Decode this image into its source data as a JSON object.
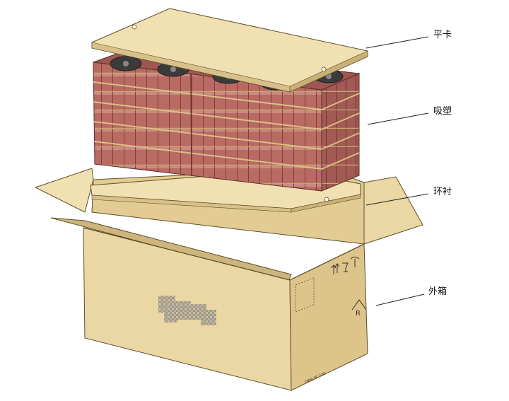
{
  "labels": {
    "flat_card": "平卡",
    "blister_tray": "吸塑",
    "ring_liner": "环衬",
    "outer_carton": "外箱"
  },
  "box_print": {
    "bottom_code": "OWR 9C 100"
  },
  "colors": {
    "cardboard_face": "#ead7a3",
    "cardboard_side": "#d8c088",
    "cardboard_flap": "#f1e0b1",
    "brick_front": "#b96a63",
    "brick_top": "#a25a54",
    "fan": "#3b3b3b",
    "outline": "#5e4f2b"
  },
  "icons": [
    "fragile-icon",
    "keep-dry-icon",
    "this-side-up-icon",
    "recycle-icon",
    "dashed-label-area"
  ]
}
